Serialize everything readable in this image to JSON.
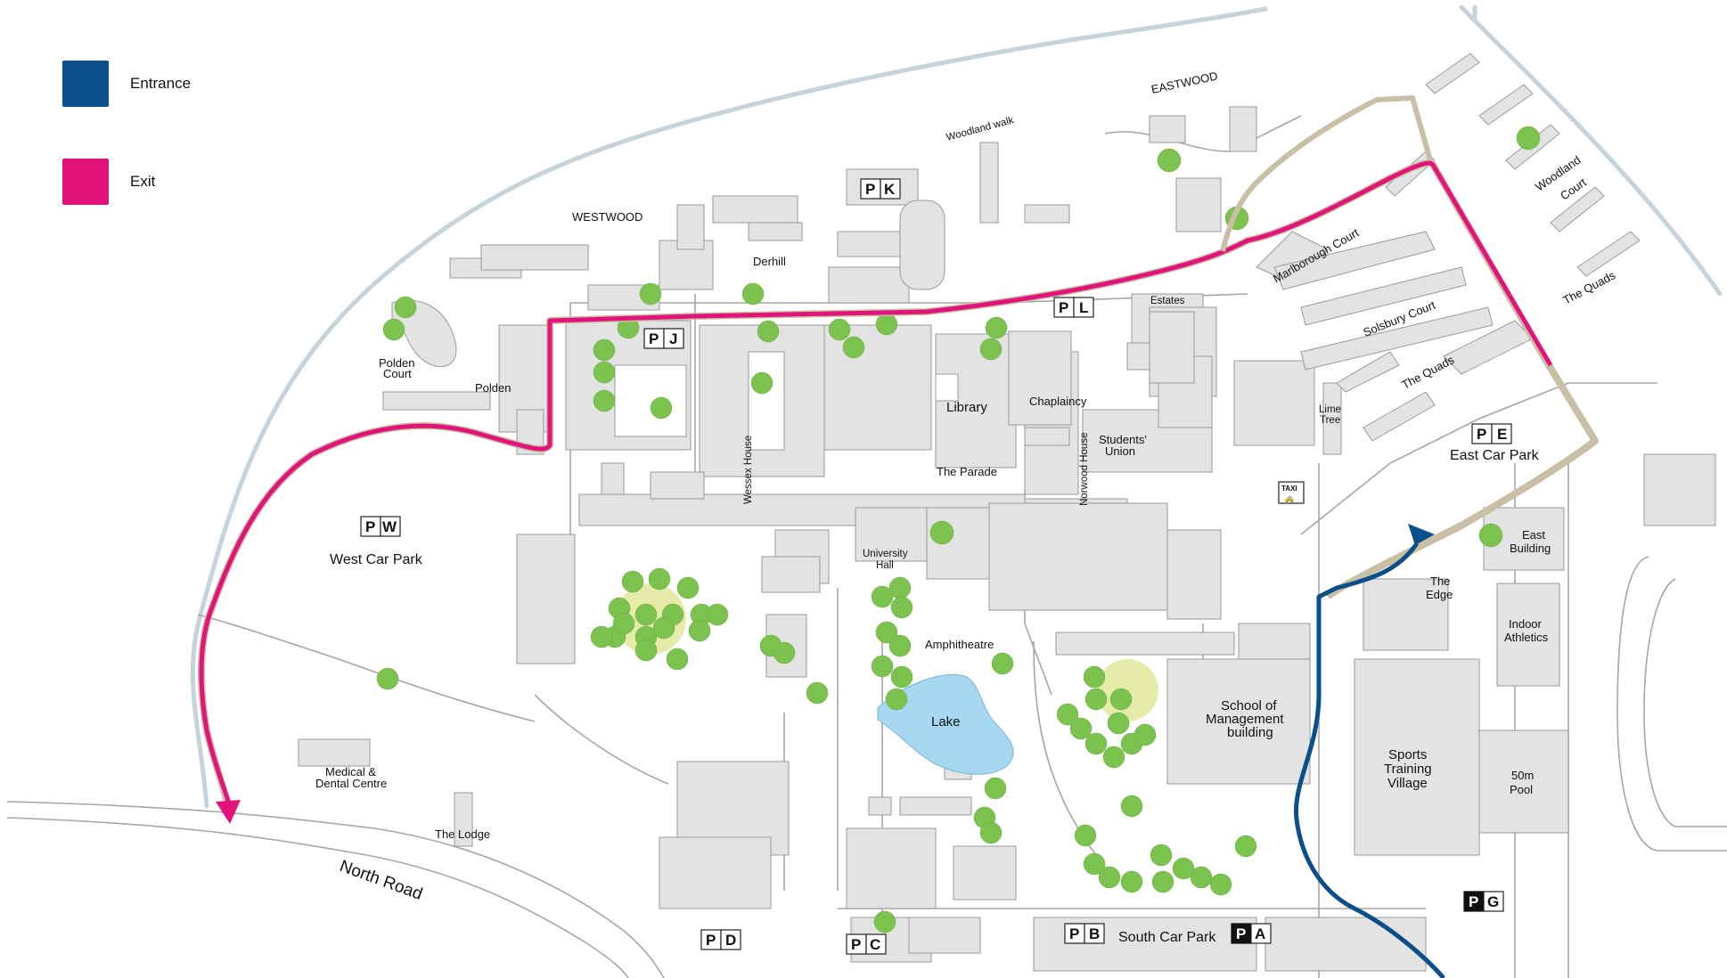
{
  "legend": {
    "entrance": {
      "label": "Entrance",
      "color": "#0b4f8a"
    },
    "exit": {
      "label": "Exit",
      "color": "#e2137a"
    }
  },
  "colors": {
    "building": "#e3e3e3",
    "building_stroke": "#9a9a9a",
    "road": "#9c9c9c",
    "boundary": "#c6d3db",
    "track": "#c8bfa4",
    "tree": "#7cc24e",
    "lake": "#a7d8f2",
    "meadow": "#e7eba9"
  },
  "areas": {
    "westwood": "WESTWOOD",
    "eastwood": "EASTWOOD",
    "woodland_walk": "Woodland walk",
    "north_road": "North Road"
  },
  "buildings": {
    "derhill": "Derhill",
    "polden_court_1": "Polden",
    "polden_court_2": "Court",
    "polden": "Polden",
    "library": "Library",
    "chaplaincy": "Chaplaincy",
    "students_union_1": "Students'",
    "students_union_2": "Union",
    "estates": "Estates",
    "wessex_house": "Wessex House",
    "norwood_house": "Norwood House",
    "the_parade": "The Parade",
    "university_hall_1": "University",
    "university_hall_2": "Hall",
    "amphitheatre": "Amphitheatre",
    "lake": "Lake",
    "marlborough_court": "Marlborough Court",
    "solsbury_court": "Solsbury Court",
    "the_quads_1": "The Quads",
    "the_quads_2": "The Quads",
    "woodland_court_1": "Woodland",
    "woodland_court_2": "Court",
    "lime_tree_1": "Lime",
    "lime_tree_2": "Tree",
    "east_building_1": "East",
    "east_building_2": "Building",
    "the_edge_1": "The",
    "the_edge_2": "Edge",
    "indoor_athletics_1": "Indoor",
    "indoor_athletics_2": "Athletics",
    "school_mgmt_1": "School of",
    "school_mgmt_2": "Management",
    "school_mgmt_3": "building",
    "sports_village_1": "Sports",
    "sports_village_2": "Training",
    "sports_village_3": "Village",
    "pool_1": "50m",
    "pool_2": "Pool",
    "medical_1": "Medical &",
    "medical_2": "Dental Centre",
    "the_lodge": "The Lodge",
    "taxi": "TAXI"
  },
  "car_parks": {
    "west": "West Car Park",
    "east": "East Car Park",
    "south": "South Car Park"
  },
  "parking": {
    "pk": [
      "P",
      "K"
    ],
    "pj": [
      "P",
      "J"
    ],
    "pl": [
      "P",
      "L"
    ],
    "pw": [
      "P",
      "W"
    ],
    "pe": [
      "P",
      "E"
    ],
    "pg": [
      "P",
      "G"
    ],
    "pd": [
      "P",
      "D"
    ],
    "pc": [
      "P",
      "C"
    ],
    "pb": [
      "P",
      "B"
    ],
    "pa": [
      "P",
      "A"
    ]
  }
}
